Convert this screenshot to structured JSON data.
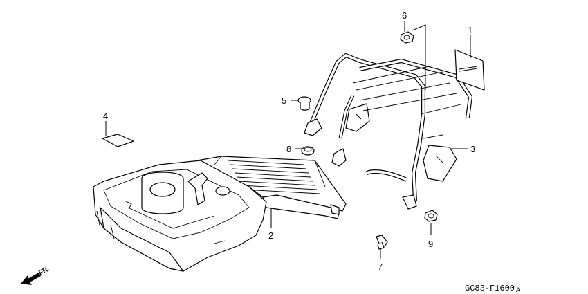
{
  "callouts": {
    "c1": "1",
    "c2": "2",
    "c3": "3",
    "c4": "4",
    "c5": "5",
    "c6": "6",
    "c7": "7",
    "c8": "8",
    "c9": "9"
  },
  "direction": {
    "text": "FR."
  },
  "diagram_code": {
    "main": "GC83-F1600",
    "suffix": "A"
  }
}
